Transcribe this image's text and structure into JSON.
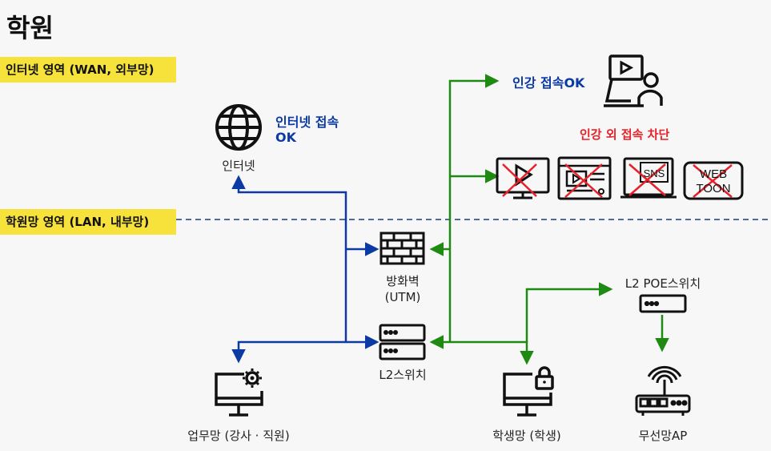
{
  "page_title": "학원",
  "zones": {
    "wan": "인터넷 영역 (WAN, 외부망)",
    "lan": "학원망 영역 (LAN, 내부망)"
  },
  "nodes": {
    "internet": "인터넷",
    "firewall_line1": "방화벽",
    "firewall_line2": "(UTM)",
    "l2_switch": "L2스위치",
    "office": "업무망 (강사 · 직원)",
    "student": "학생망 (학생)",
    "poe_switch": "L2 POE스위치",
    "wireless_ap": "무선망AP"
  },
  "annotations": {
    "internet_ok_line1": "인터넷 접속",
    "internet_ok_line2": "OK",
    "lecture_ok": "인강 접속OK",
    "blocked": "인강 외 접속 차단"
  },
  "blocked_tiles": {
    "sns": "SNS",
    "webtoon_line1": "WEB",
    "webtoon_line2": "TOON"
  },
  "colors": {
    "blue_link": "#0b3aa5",
    "green_link": "#1f8a12",
    "block_red": "#e8202a",
    "zone_yellow": "#f6e23a"
  }
}
